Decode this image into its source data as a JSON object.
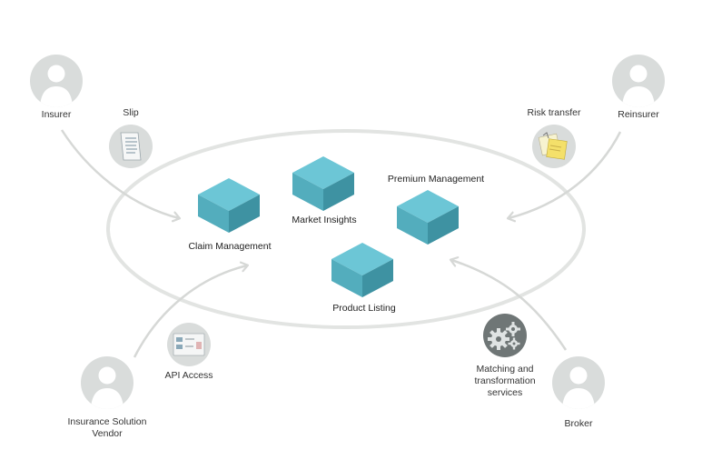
{
  "colors": {
    "ring": "#e2e4e2",
    "arrow": "#d6d8d6",
    "avatar_bg": "#d9dcdb",
    "avatar_fg": "#ffffff",
    "cube_top": "#6cc6d6",
    "cube_left": "#53adbd",
    "cube_right": "#3e92a2",
    "text": "#333333"
  },
  "actors": [
    {
      "id": "insurer",
      "label": "Insurer",
      "icon": "person-icon"
    },
    {
      "id": "reinsurer",
      "label": "Reinsurer",
      "icon": "person-icon"
    },
    {
      "id": "vendor",
      "label": "Insurance Solution Vendor",
      "icon": "person-icon"
    },
    {
      "id": "broker",
      "label": "Broker",
      "icon": "person-icon"
    }
  ],
  "artifacts": [
    {
      "id": "slip",
      "label": "Slip",
      "icon": "document-icon"
    },
    {
      "id": "risk",
      "label": "Risk transfer",
      "icon": "sticky-notes-icon"
    },
    {
      "id": "api",
      "label": "API Access",
      "icon": "api-screen-icon"
    },
    {
      "id": "matching",
      "label": "Matching and transformation services",
      "icon": "gears-icon"
    }
  ],
  "modules": [
    {
      "id": "claim",
      "label": "Claim Management"
    },
    {
      "id": "market",
      "label": "Market Insights"
    },
    {
      "id": "premium",
      "label": "Premium Management"
    },
    {
      "id": "product",
      "label": "Product Listing"
    }
  ]
}
